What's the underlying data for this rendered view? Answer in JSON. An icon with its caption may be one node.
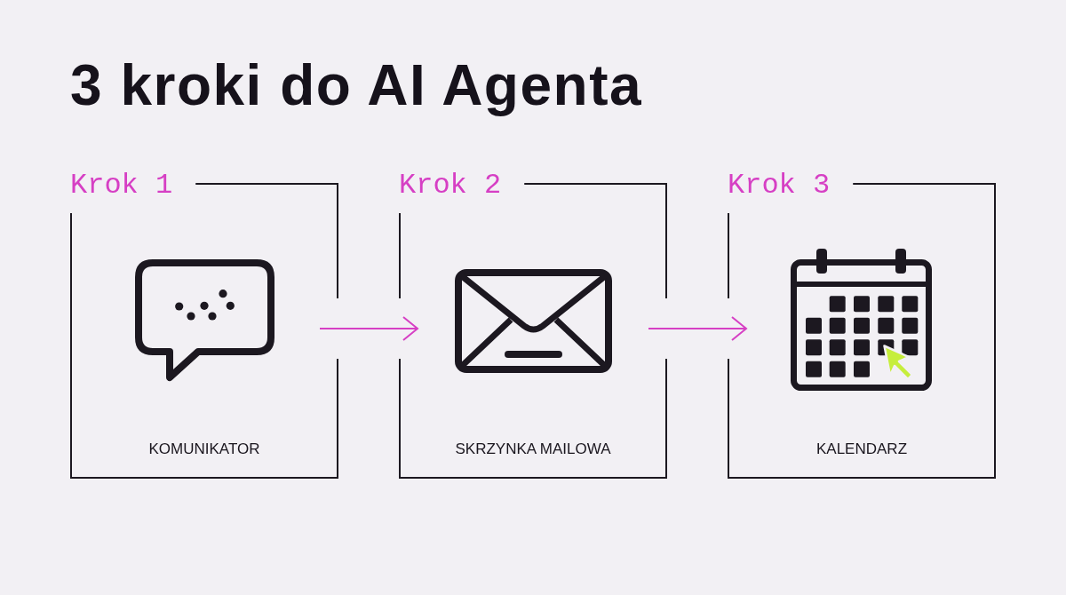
{
  "diagram": {
    "title": "3 kroki do AI Agenta",
    "nodes": [
      {
        "text": [
          "Krok 1",
          "KOMUNIKATOR"
        ]
      },
      {
        "text": [
          "Krok 2",
          "SKRZYNKA MAILOWA"
        ]
      },
      {
        "text": [
          "Krok 3",
          "KALENDARZ"
        ]
      }
    ],
    "edges": [
      {
        "from": 0,
        "to": 1,
        "arrow": "to"
      },
      {
        "from": 1,
        "to": 2,
        "arrow": "to"
      }
    ]
  }
}
